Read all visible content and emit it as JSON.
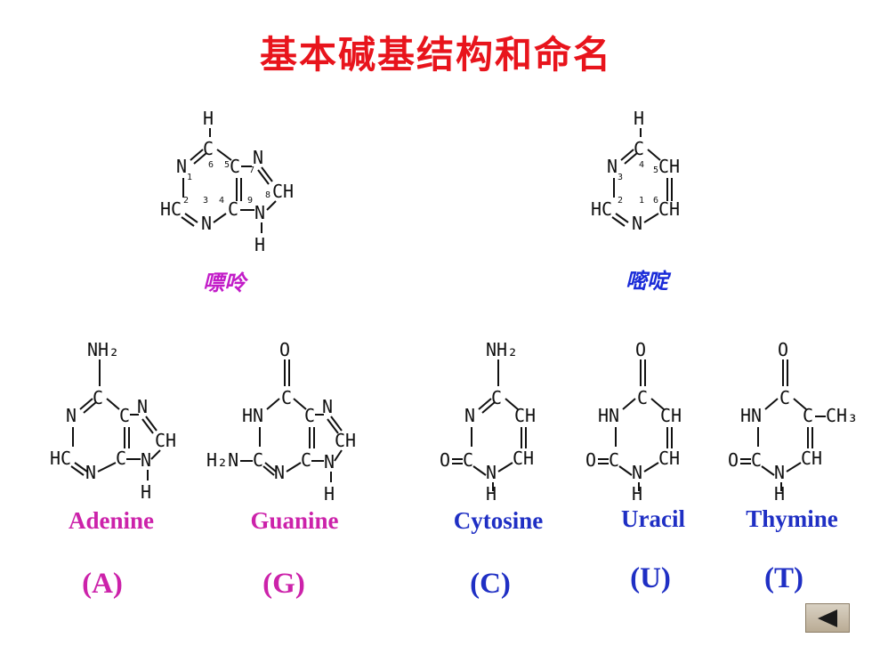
{
  "title": "基本碱基结构和命名",
  "parents": {
    "purine": {
      "label": "嘌呤"
    },
    "pyrimidine": {
      "label": "嘧啶"
    }
  },
  "bases": [
    {
      "name": "Adenine",
      "abbr": "(A)"
    },
    {
      "name": "Guanine",
      "abbr": "(G)"
    },
    {
      "name": "Cytosine",
      "abbr": "(C)"
    },
    {
      "name": "Uracil",
      "abbr": "(U)"
    },
    {
      "name": "Thymine",
      "abbr": "(T)"
    }
  ],
  "colors": {
    "title": "#e8141c",
    "purine_label": "#c21cc8",
    "pyrimidine_label": "#1a2bd8",
    "purine_base_text": "#cc22aa",
    "pyrimidine_base_text": "#1f2fc4"
  },
  "navigation": {
    "back_icon": "triangle-left-icon"
  }
}
